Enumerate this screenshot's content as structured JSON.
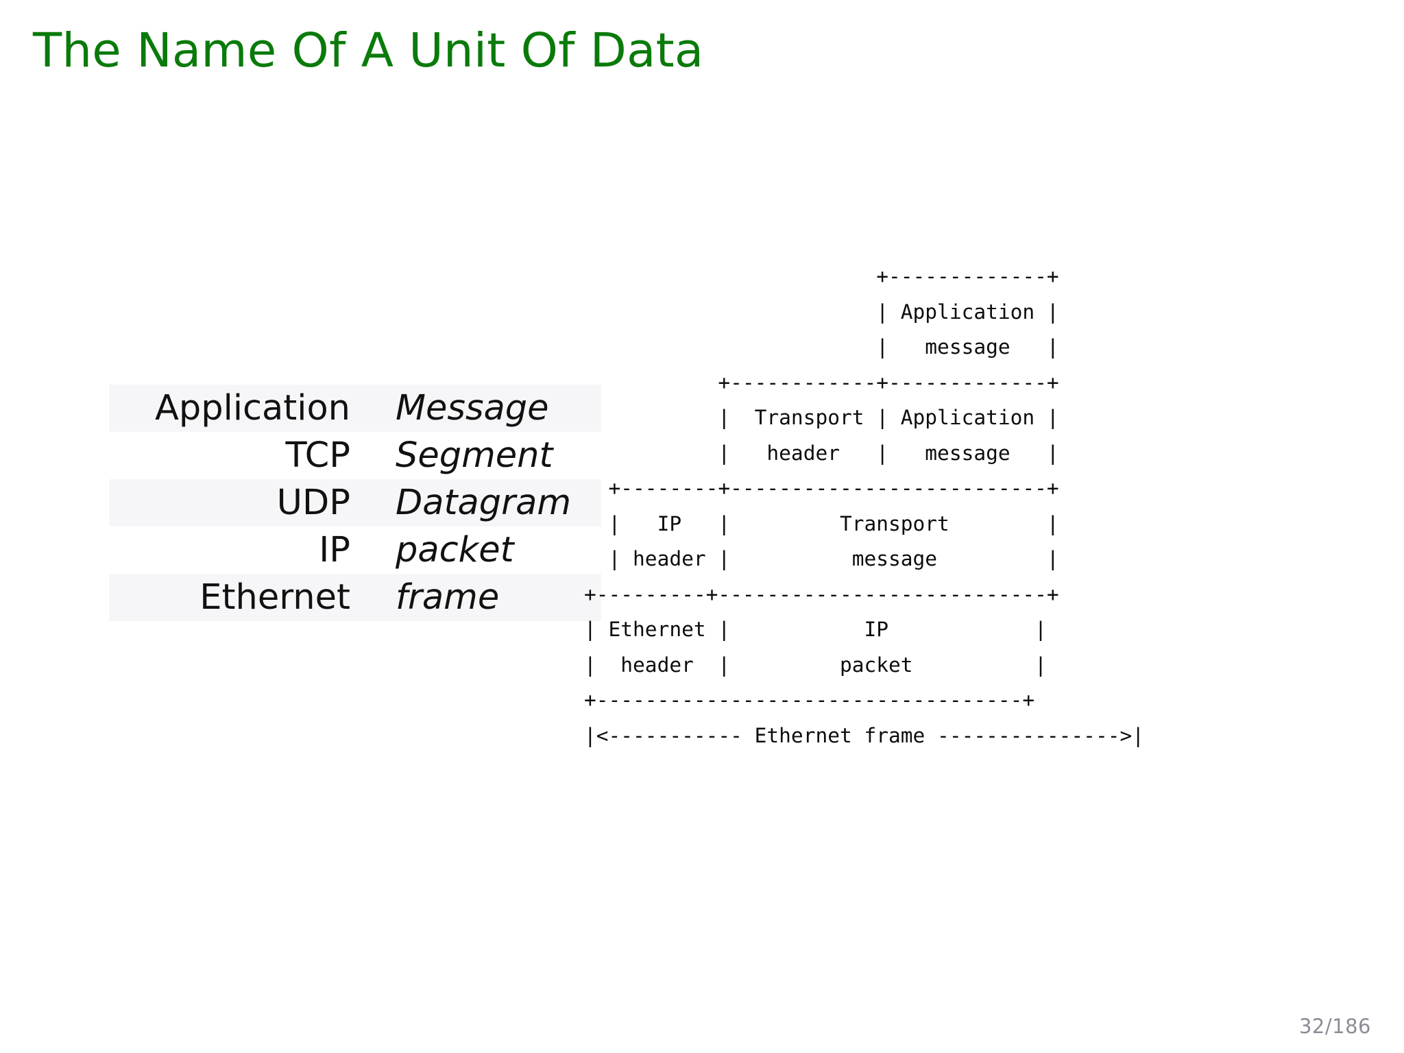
{
  "slide": {
    "title": "The Name Of A Unit Of Data",
    "title_color": "#0a7a0a",
    "background_color": "#ffffff",
    "page_number": "32/186",
    "page_number_color": "#8c8c96"
  },
  "unit_table": {
    "columns": [
      "layer",
      "unit_name"
    ],
    "stripe_color": "#f6f6f9",
    "rows": [
      {
        "layer": "Application",
        "unit_name": "Message",
        "striped": true
      },
      {
        "layer": "TCP",
        "unit_name": "Segment",
        "striped": false
      },
      {
        "layer": "UDP",
        "unit_name": "Datagram",
        "striped": true
      },
      {
        "layer": "IP",
        "unit_name": "packet",
        "striped": false
      },
      {
        "layer": "Ethernet",
        "unit_name": "frame",
        "striped": true
      }
    ]
  },
  "encapsulation_diagram": {
    "labels": [
      "Application message",
      "Transport header",
      "IP header",
      "Ethernet header",
      "Transport message",
      "IP packet",
      "Ethernet frame"
    ],
    "ascii": "                        +-------------+\n                        | Application |\n                        |   message   |\n           +------------+-------------+\n           |  Transport | Application |\n           |   header   |   message   |\n  +--------+--------------------------+\n  |   IP   |         Transport        |\n  | header |          message         |\n+---------+---------------------------+\n| Ethernet |           IP            |\n|  header  |         packet          |\n+-----------------------------------+\n|<----------- Ethernet frame --------------->|"
  }
}
